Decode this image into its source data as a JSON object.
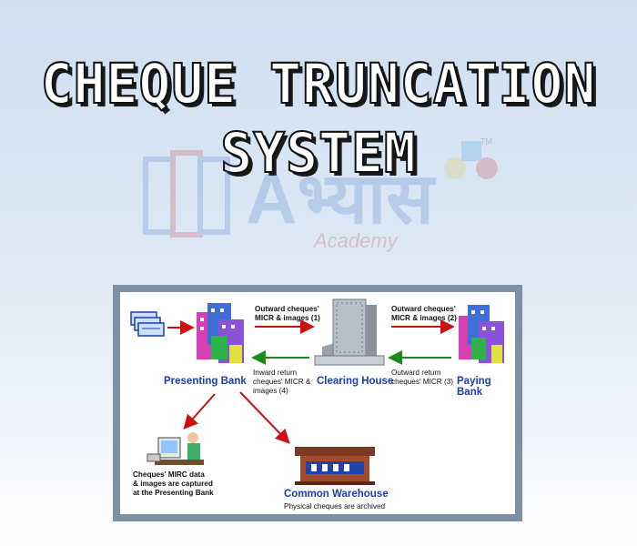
{
  "title_line1": "CHEQUE TRUNCATION",
  "title_line2": "SYSTEM",
  "watermark": {
    "brand": "Aभ्यास",
    "sub": "Academy",
    "tm": "TM"
  },
  "diagram": {
    "nodes": {
      "presenting_bank": "Presenting Bank",
      "clearing_house": "Clearing House",
      "paying_bank": "Paying Bank",
      "common_warehouse": "Common Warehouse"
    },
    "edge_labels": {
      "outward_1": "Outward cheques'\nMICR & images (1)",
      "outward_2": "Outward cheques'\nMICR & images (2)",
      "inward_return_4": "Inward return\ncheques' MICR &\nimages (4)",
      "outward_return_3": "Outward return\ncheques' MICR (3)"
    },
    "captions": {
      "capture": "Cheques' MIRC data\n& images are captured\nat the Presenting Bank",
      "archive": "Physical cheques are archived"
    },
    "colors": {
      "forward_arrow": "#cc1111",
      "return_arrow": "#1c8a1c",
      "node_label": "#1b3fa8",
      "frame": "#7d90a6"
    }
  }
}
